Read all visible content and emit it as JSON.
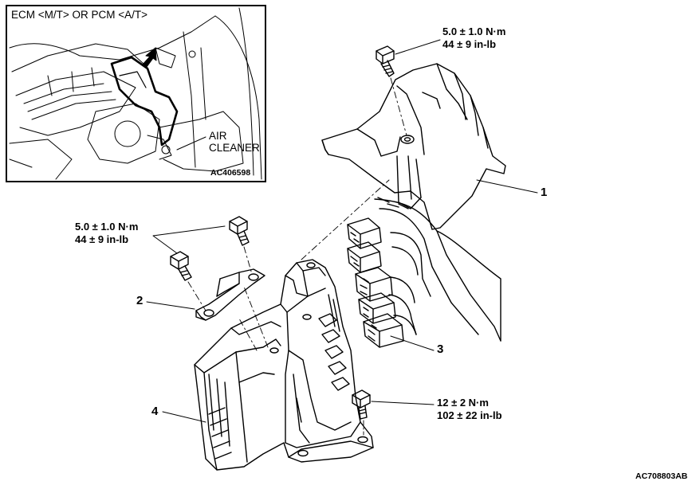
{
  "inset": {
    "title": "ECM <M/T> OR PCM <A/T>",
    "air_cleaner_line1": "AIR",
    "air_cleaner_line2": "CLEANER",
    "figure_code": "AC406598"
  },
  "torque_specs": [
    {
      "metric": "5.0 ± 1.0 N·m",
      "imperial": "44 ± 9 in-lb"
    },
    {
      "metric": "5.0 ± 1.0 N·m",
      "imperial": "44 ± 9 in-lb"
    },
    {
      "metric": "12 ± 2 N·m",
      "imperial": "102 ± 22 in-lb"
    }
  ],
  "callouts": [
    "1",
    "2",
    "3",
    "4"
  ],
  "figure_code": "AC708803AB"
}
